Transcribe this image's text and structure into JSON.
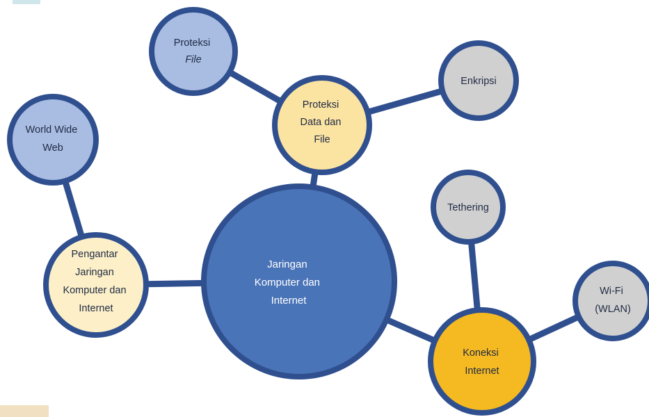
{
  "diagram": {
    "style": {
      "outline_color": "#2f4f8f",
      "edge_color": "#2f4f8f",
      "center_fill": "#4a74b8",
      "blue_fill": "#a9bde3",
      "yellow_fill": "#fbe3a1",
      "cream_fill": "#fdf0c8",
      "gold_fill": "#f5b922",
      "gray_fill": "#d0d0d0"
    },
    "nodes": {
      "center": {
        "lines": [
          "Jaringan",
          "Komputer dan",
          "Internet"
        ]
      },
      "proteksi_file": {
        "lines": [
          "Proteksi",
          "File"
        ]
      },
      "proteksi_data": {
        "lines": [
          "Proteksi",
          "Data dan",
          "File"
        ]
      },
      "enkripsi": {
        "lines": [
          "Enkripsi"
        ]
      },
      "world_wide_web": {
        "lines": [
          "World Wide",
          "Web"
        ]
      },
      "pengantar": {
        "lines": [
          "Pengantar",
          "Jaringan",
          "Komputer dan",
          "Internet"
        ]
      },
      "tethering": {
        "lines": [
          "Tethering"
        ]
      },
      "wifi": {
        "lines": [
          "Wi-Fi",
          "(WLAN)"
        ]
      },
      "koneksi": {
        "lines": [
          "Koneksi",
          "Internet"
        ]
      }
    }
  }
}
